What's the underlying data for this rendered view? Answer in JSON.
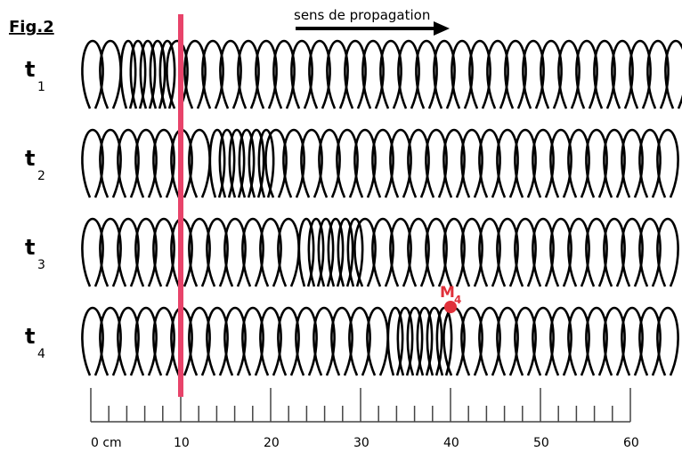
{
  "figure_label": "Fig.2",
  "direction_label": "sens de propagation",
  "rows": [
    {
      "name": "t",
      "sub": "1"
    },
    {
      "name": "t",
      "sub": "2"
    },
    {
      "name": "t",
      "sub": "3"
    },
    {
      "name": "t",
      "sub": "4"
    }
  ],
  "marker": {
    "name": "M",
    "sub": "4",
    "position_cm": 40
  },
  "vertical_line_cm": 10,
  "ruler": {
    "min_cm": 0,
    "max_cm": 60,
    "labels": [
      "0 cm",
      "10",
      "20",
      "30",
      "40",
      "50",
      "60"
    ],
    "label_values_cm": [
      0,
      10,
      20,
      30,
      40,
      50,
      60
    ]
  },
  "colors": {
    "line": "#e8436a",
    "marker": "#e0303a",
    "spring": "#000000"
  },
  "compressions_cm": [
    [
      4,
      9
    ],
    [
      13,
      20
    ],
    [
      23,
      30
    ],
    [
      33,
      40
    ]
  ]
}
